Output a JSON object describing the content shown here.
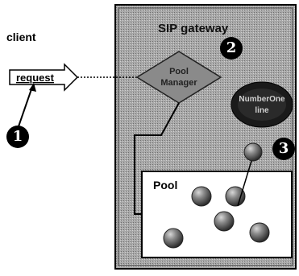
{
  "client_label": "client",
  "request_label": "request",
  "gateway_title": "SIP gateway",
  "pool_manager_label": "Pool\nManager",
  "pool_label": "Pool",
  "callout_label": "NumberOne\nline",
  "badges": [
    "1",
    "2",
    "3"
  ],
  "colors": {
    "panel": "#9c9c9c",
    "diamond": "#7a7a7a",
    "sphere_dark": "#3e3e3e",
    "sphere_light": "#9a9a9a",
    "line": "#000000"
  }
}
